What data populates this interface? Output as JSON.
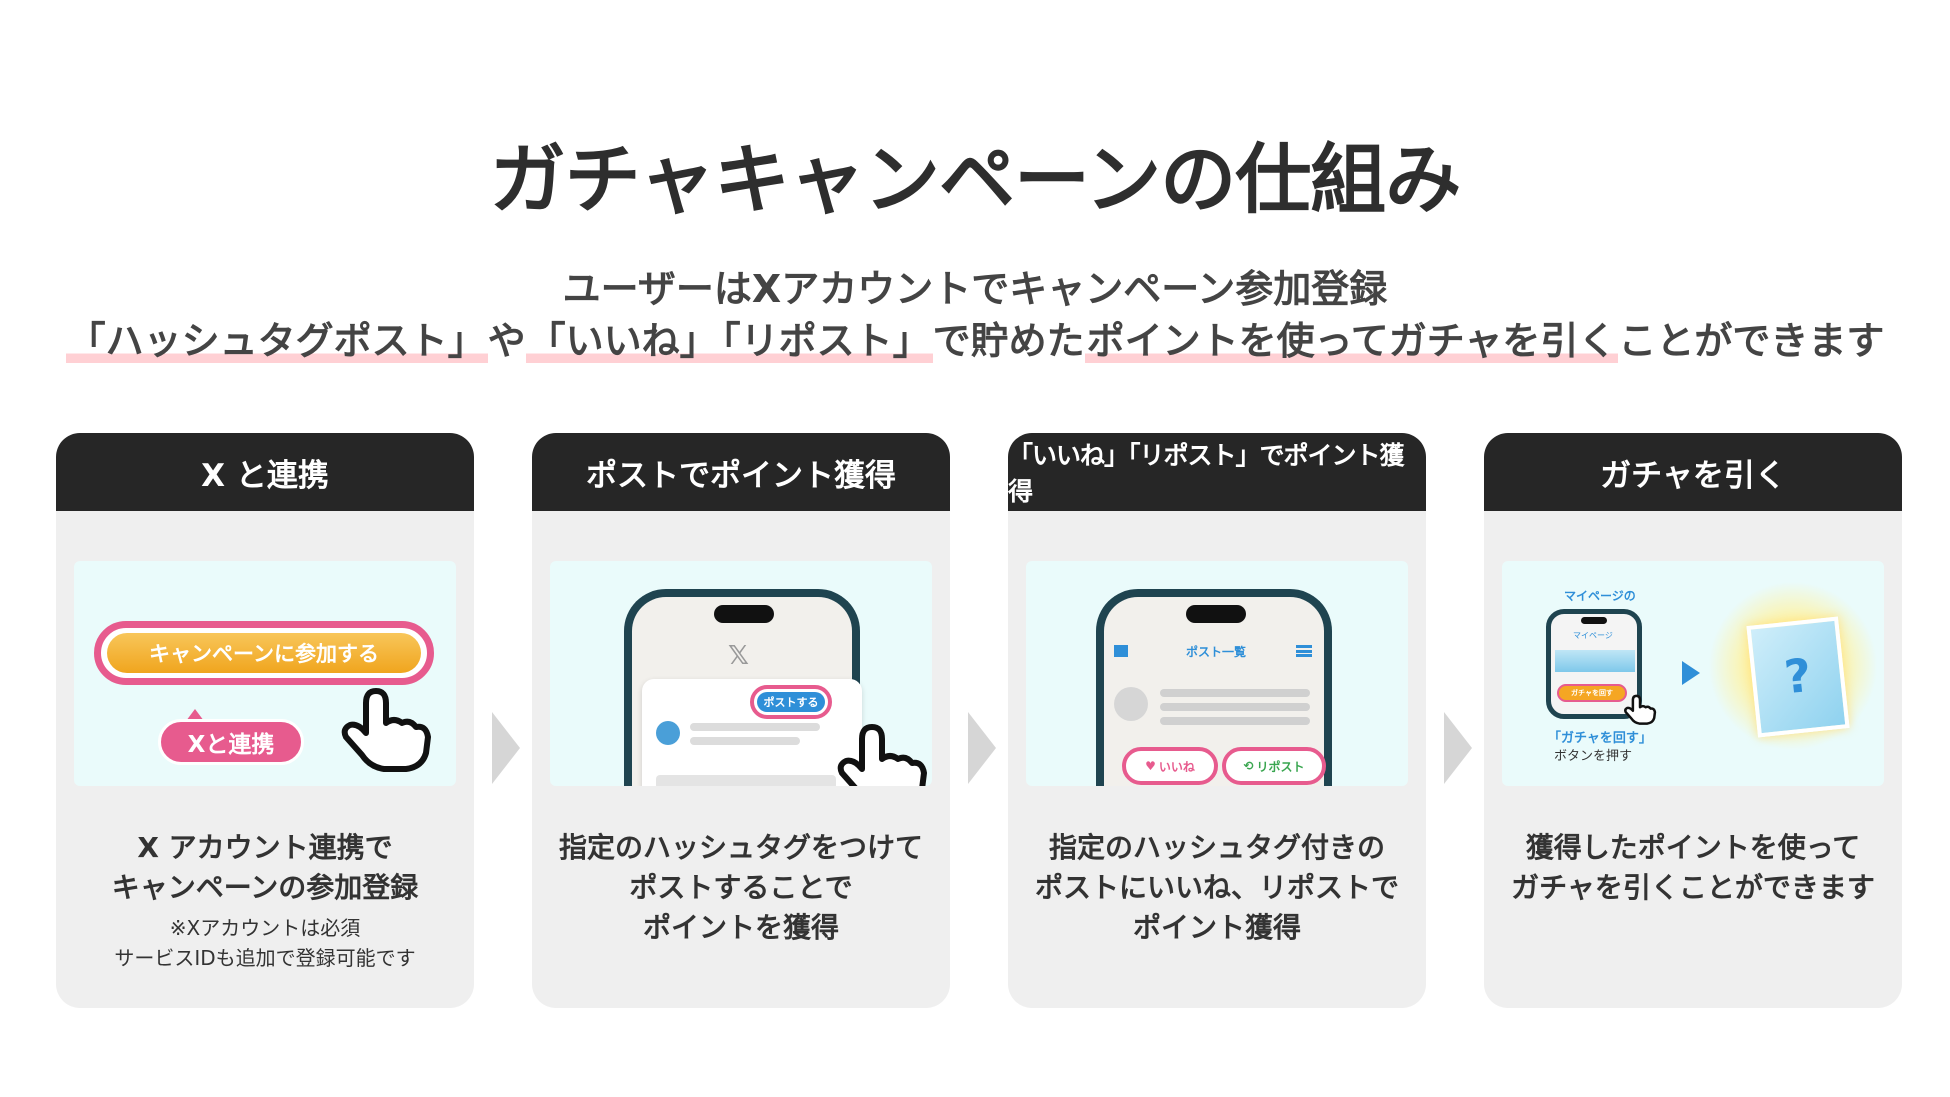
{
  "title": "ガチャキャンペーンの仕組み",
  "subtitle": {
    "line1": "ユーザーはXアカウントでキャンペーン参加登録",
    "line2_parts": [
      "「ハッシュタグポスト」",
      "や",
      "「いいね」",
      "「リポスト」",
      "で貯めた",
      "ポイントを使ってガチャを引く",
      "ことができます"
    ]
  },
  "steps": [
    {
      "header": "X と連携",
      "illus": {
        "campaign_button": "キャンペーンに参加する",
        "connect_tag": "Xと連携"
      },
      "desc": [
        "X アカウント連携で",
        "キャンペーンの参加登録"
      ],
      "note": [
        "※Xアカウントは必須",
        "サービスIDも追加で登録可能です"
      ]
    },
    {
      "header": "ポストでポイント獲得",
      "illus": {
        "x_logo": "𝕏",
        "post_button": "ポストする"
      },
      "desc": [
        "指定のハッシュタグをつけて",
        "ポストすることで",
        "ポイントを獲得"
      ]
    },
    {
      "header": "「いいね」「リポスト」でポイント獲得",
      "illus": {
        "screen_title": "ポスト一覧",
        "like_button": "いいね",
        "repost_button": "リポスト"
      },
      "desc": [
        "指定のハッシュタグ付きの",
        "ポストにいいね、リポストで",
        "ポイント獲得"
      ]
    },
    {
      "header": "ガチャを引く",
      "illus": {
        "mypage_label": "マイページの",
        "mypage_title": "マイページ",
        "gacha_button": "ガチャを回す",
        "caption1": "「ガチャを回す」",
        "caption2": "ボタンを押す",
        "mystery": "?"
      },
      "desc": [
        "獲得したポイントを使って",
        "ガチャを引くことができます"
      ]
    }
  ],
  "colors": {
    "pink": "#e75b8e",
    "orange": "#f5a623",
    "header": "#262626",
    "card": "#efefef",
    "illus_bg": "#eafbfb",
    "blue": "#2f8fd8",
    "green": "#3aa650"
  }
}
